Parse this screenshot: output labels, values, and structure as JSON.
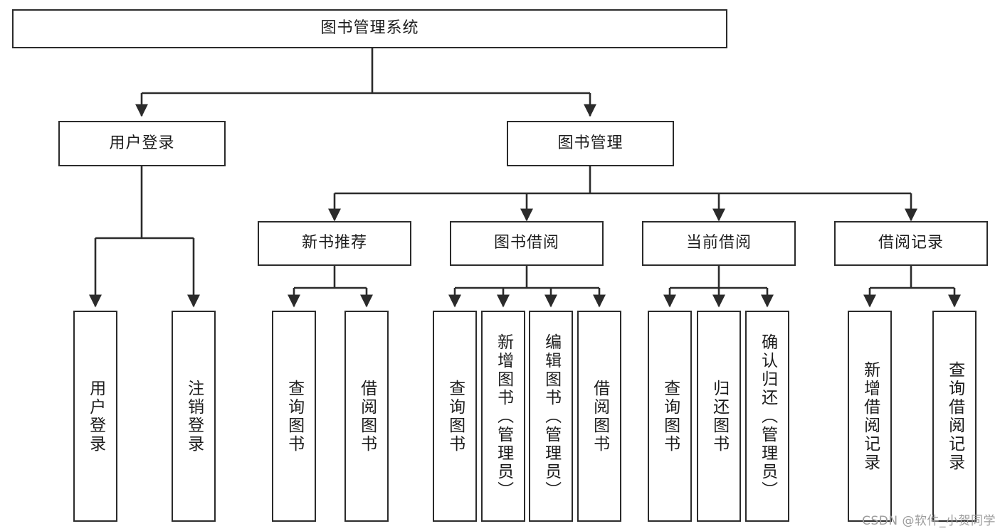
{
  "diagram": {
    "type": "tree-hierarchy-chart",
    "title_node": {
      "label": "图书管理系统"
    },
    "level1": [
      {
        "id": "user-login",
        "label": "用户登录"
      },
      {
        "id": "book-management",
        "label": "图书管理"
      }
    ],
    "level2": [
      {
        "id": "new-book-recommend",
        "label": "新书推荐"
      },
      {
        "id": "book-borrow",
        "label": "图书借阅"
      },
      {
        "id": "current-borrow",
        "label": "当前借阅"
      },
      {
        "id": "borrow-record",
        "label": "借阅记录"
      }
    ],
    "leaves": {
      "user_login": [
        {
          "id": "leaf-user-login",
          "label": "用户登录"
        },
        {
          "id": "leaf-logout",
          "label": "注销登录"
        }
      ],
      "new_book_recommend": [
        {
          "id": "leaf-query-book-1",
          "label": "查询图书"
        },
        {
          "id": "leaf-borrow-book-1",
          "label": "借阅图书"
        }
      ],
      "book_borrow": [
        {
          "id": "leaf-query-book-2",
          "label": "查询图书"
        },
        {
          "id": "leaf-add-book",
          "label": "新增图书（管理员）"
        },
        {
          "id": "leaf-edit-book",
          "label": "编辑图书（管理员）"
        },
        {
          "id": "leaf-borrow-book-2",
          "label": "借阅图书"
        }
      ],
      "current_borrow": [
        {
          "id": "leaf-query-book-3",
          "label": "查询图书"
        },
        {
          "id": "leaf-return-book",
          "label": "归还图书"
        },
        {
          "id": "leaf-confirm-return",
          "label": "确认归还（管理员）"
        }
      ],
      "borrow_record": [
        {
          "id": "leaf-add-record",
          "label": "新增借阅记录"
        },
        {
          "id": "leaf-query-record",
          "label": "查询借阅记录"
        }
      ]
    },
    "watermark": "CSDN @软件_小贺同学",
    "colors": {
      "stroke": "#2b2b2b",
      "fill": "#ffffff",
      "text": "#1c1c1c",
      "watermark": "#9b9b9b"
    }
  }
}
